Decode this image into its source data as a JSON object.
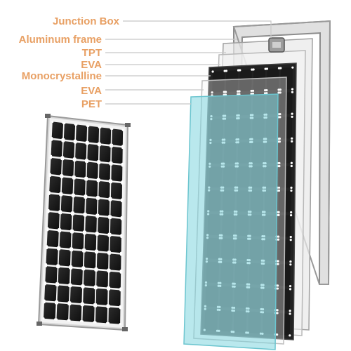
{
  "labels": [
    {
      "key": "junction-box",
      "text": "Junction Box"
    },
    {
      "key": "aluminum-frame",
      "text": "Aluminum frame"
    },
    {
      "key": "tpt",
      "text": "TPT"
    },
    {
      "key": "eva-top",
      "text": "EVA"
    },
    {
      "key": "monocrystalline",
      "text": "Monocrystalline"
    },
    {
      "key": "eva-bottom",
      "text": "EVA"
    },
    {
      "key": "pet",
      "text": "PET"
    }
  ],
  "colors": {
    "label": "#E8A064",
    "leader": "#C8C8C8",
    "frame": "#B4B4B4",
    "cell": "#1A1A1A",
    "pet": "#7FD6DF"
  },
  "icons": {
    "assembled_panel": "solar-panel-assembled",
    "exploded_layers": "solar-panel-layer-stack"
  }
}
